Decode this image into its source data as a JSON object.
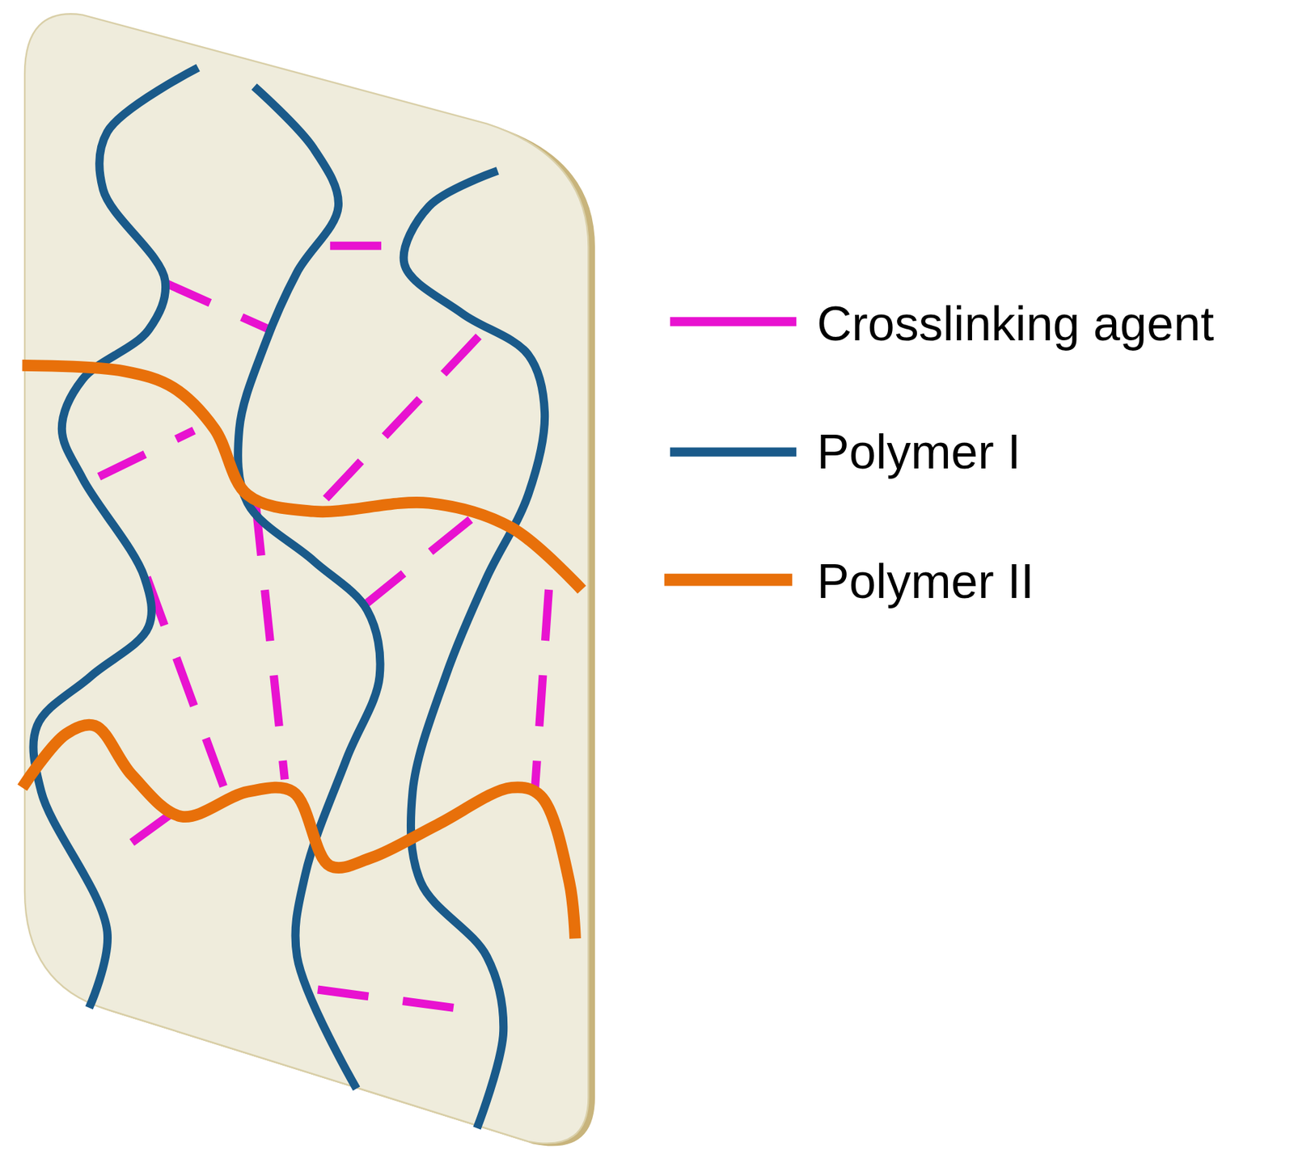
{
  "diagram": {
    "legend": [
      {
        "text": "Crosslinking agent"
      },
      {
        "text": "Polymer I"
      },
      {
        "text": "Polymer II"
      }
    ]
  }
}
